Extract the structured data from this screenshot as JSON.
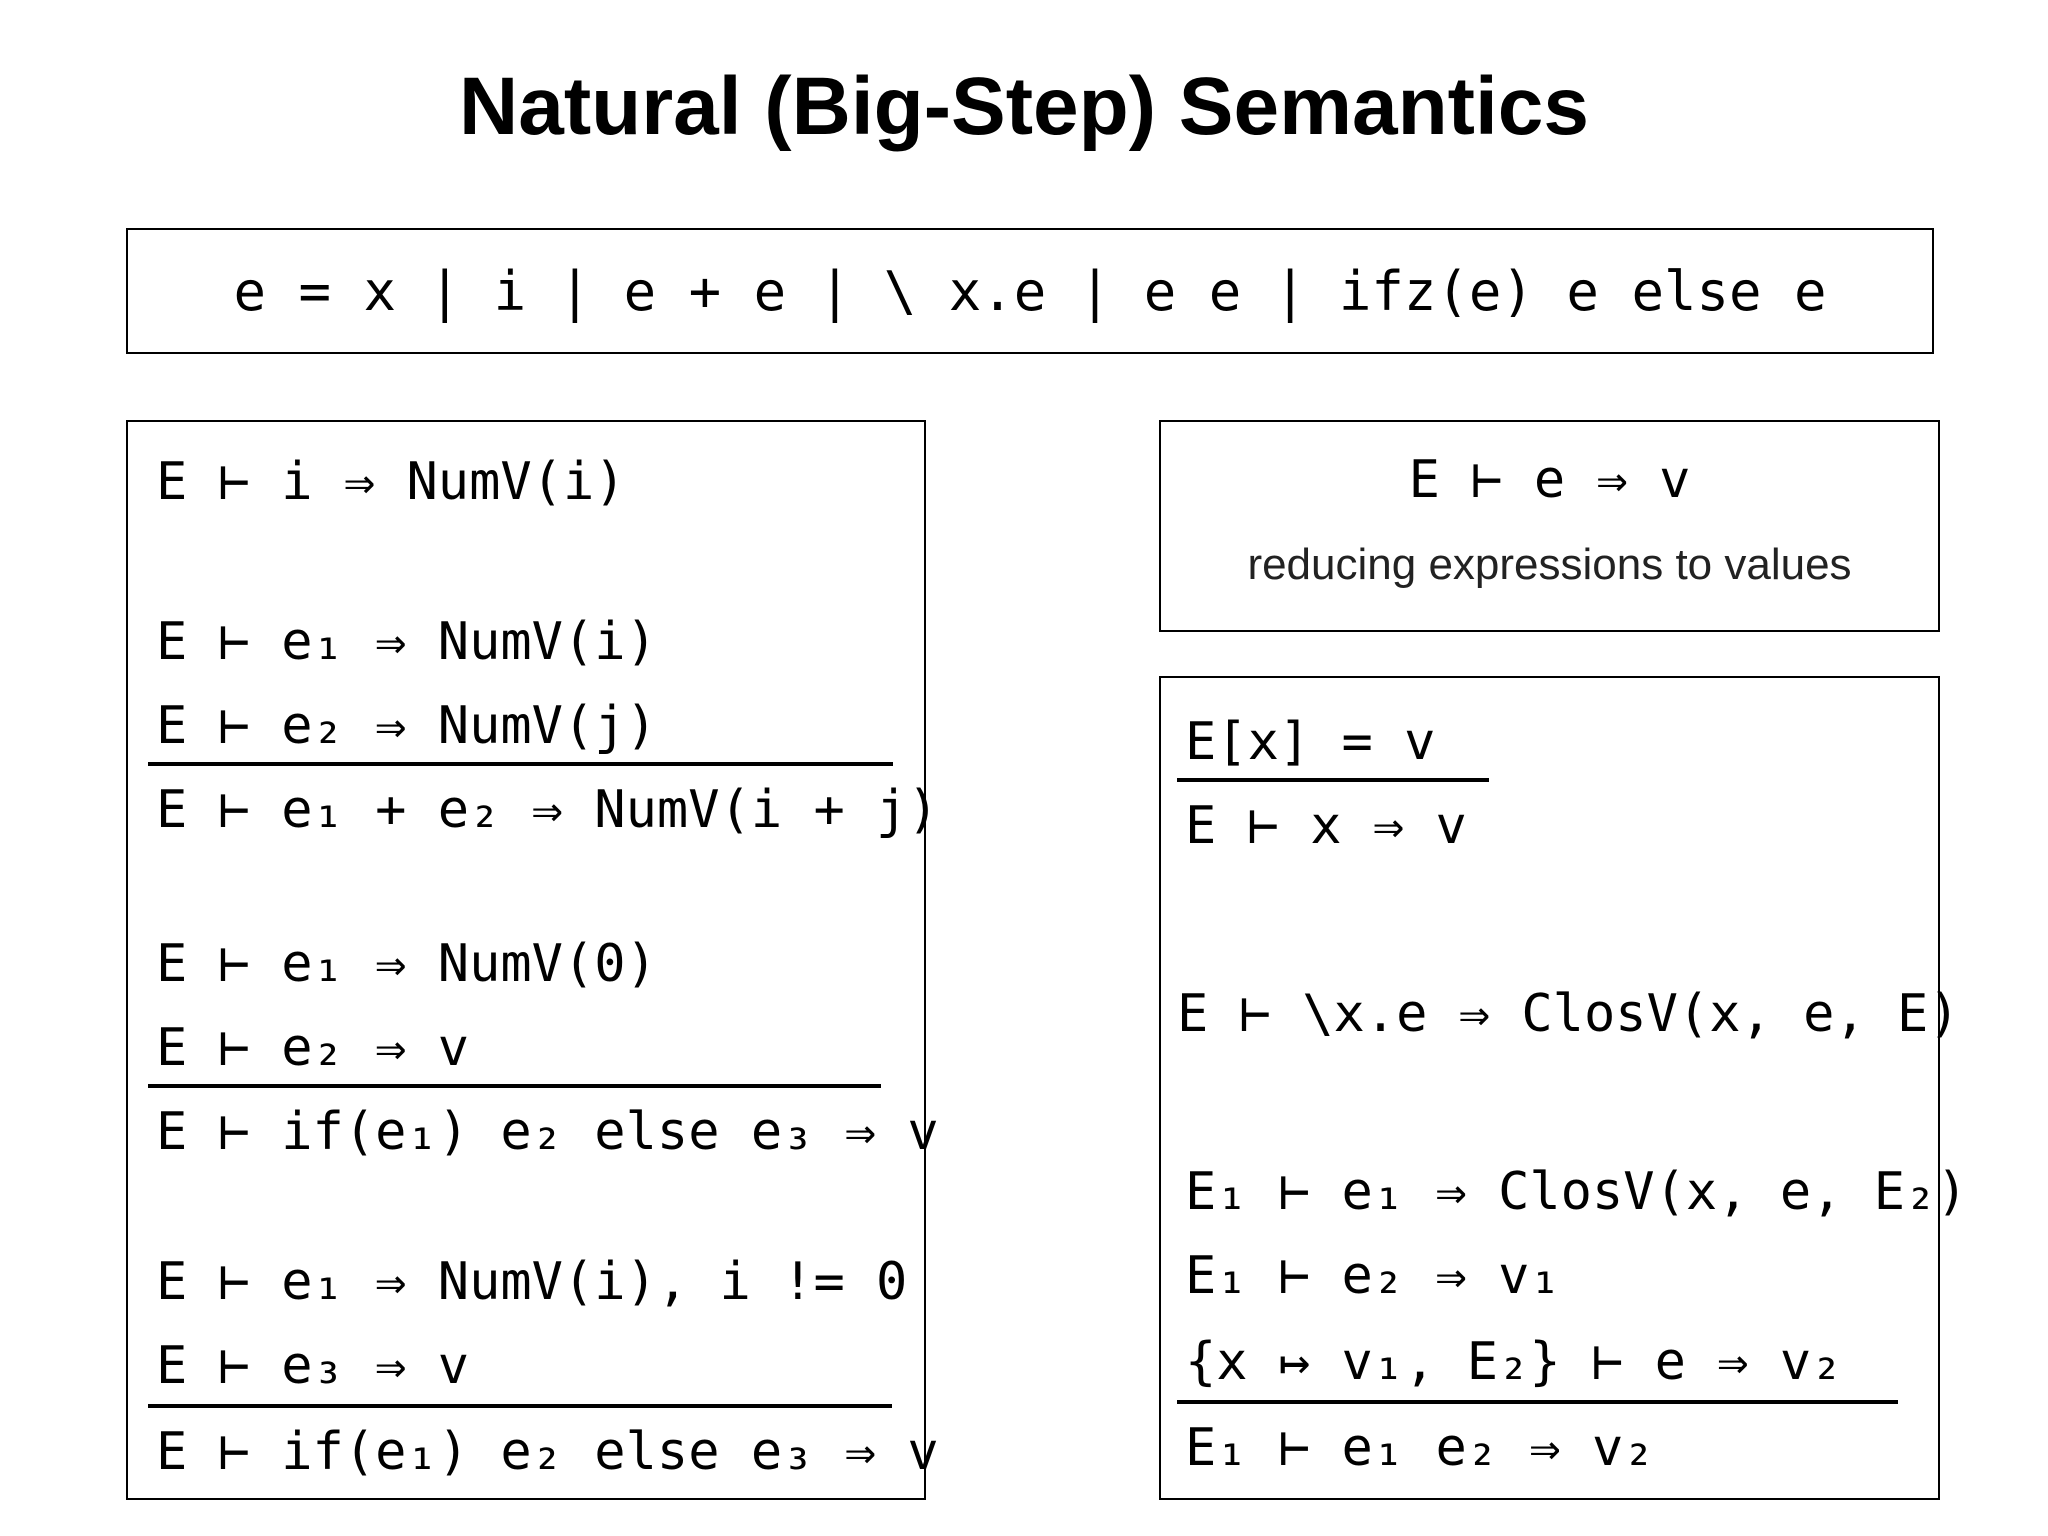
{
  "title": "Natural (Big-Step) Semantics",
  "grammar": "e = x | i | e + e | \\ x.e | e e | ifz(e) e else e",
  "judgement": {
    "form": "E ⊢ e ⇒ v",
    "caption": "reducing expressions to values"
  },
  "left_rules": {
    "num": "E ⊢ i ⇒ NumV(i)",
    "add_p1": "E ⊢ e₁ ⇒ NumV(i)",
    "add_p2": "E ⊢ e₂ ⇒ NumV(j)",
    "add_c": "E ⊢ e₁ + e₂ ⇒ NumV(i + j)",
    "ifz_t_p1": "E ⊢ e₁ ⇒ NumV(0)",
    "ifz_t_p2": "E ⊢ e₂ ⇒ v",
    "ifz_t_c": "E ⊢ if(e₁) e₂ else e₃ ⇒ v",
    "ifz_f_p1": "E ⊢ e₁ ⇒ NumV(i), i != 0",
    "ifz_f_p2": "E ⊢ e₃ ⇒ v",
    "ifz_f_c": "E ⊢ if(e₁) e₂ else e₃ ⇒ v"
  },
  "right_rules": {
    "var_p": "E[x] = v",
    "var_c": "E ⊢ x ⇒ v",
    "lam": "E ⊢ \\x.e ⇒ ClosV(x, e, E)",
    "app_p1": "E₁ ⊢ e₁ ⇒ ClosV(x, e, E₂)",
    "app_p2": "E₁ ⊢ e₂ ⇒ v₁",
    "app_p3": "{x ↦ v₁, E₂} ⊢ e ⇒ v₂",
    "app_c": "E₁ ⊢ e₁ e₂ ⇒ v₂"
  }
}
